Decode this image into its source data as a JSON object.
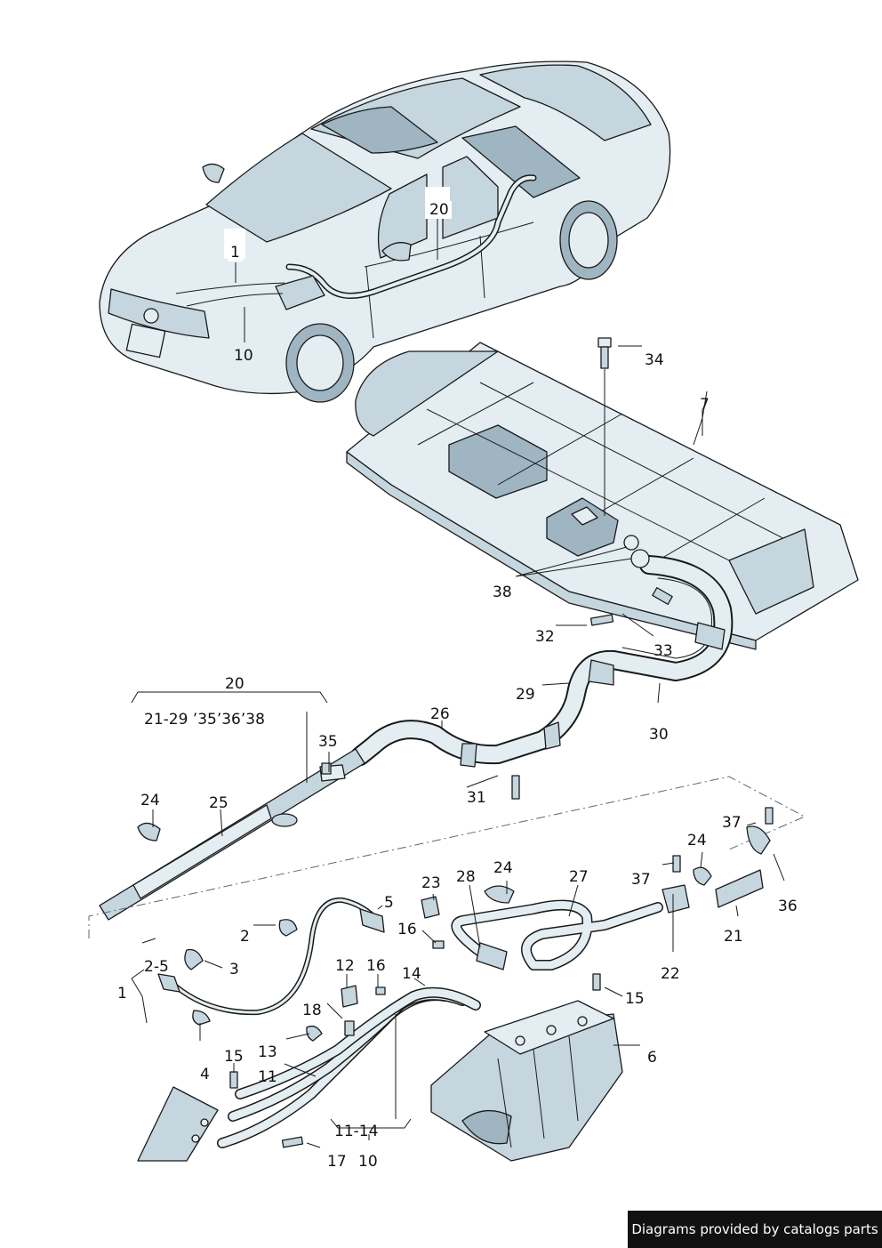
{
  "callouts": {
    "c1_car": "1",
    "c10_car": "10",
    "c20_car": "20",
    "c34": "34",
    "c7": "7",
    "c38": "38",
    "c32": "32",
    "c33": "33",
    "c29": "29",
    "c30": "30",
    "c20_group": "20",
    "c20_range": "21-29 ’35’36’38",
    "c26": "26",
    "c35": "35",
    "c31": "31",
    "c24_left": "24",
    "c25": "25",
    "c37_top": "37",
    "c24_mid": "24",
    "c24_right": "24",
    "c37_mid": "37",
    "c36": "36",
    "c23": "23",
    "c28": "28",
    "c27": "27",
    "c21": "21",
    "c5": "5",
    "c2": "2",
    "c16_a": "16",
    "c22": "22",
    "c2_5": "2-5",
    "c3": "3",
    "c1": "1",
    "c12": "12",
    "c16_b": "16",
    "c15_right": "15",
    "c14": "14",
    "c18": "18",
    "c4": "4",
    "c6": "6",
    "c13": "13",
    "c15_left": "15",
    "c11": "11",
    "c11_14": "11-14",
    "c17": "17",
    "c10": "10"
  },
  "credit": "Diagrams provided by catalogs parts",
  "colors": {
    "body_fill": "#e3edf2",
    "shade_fill": "#c5d6df",
    "dark_fill": "#9fb5c1",
    "outline": "#1a1a1a"
  }
}
